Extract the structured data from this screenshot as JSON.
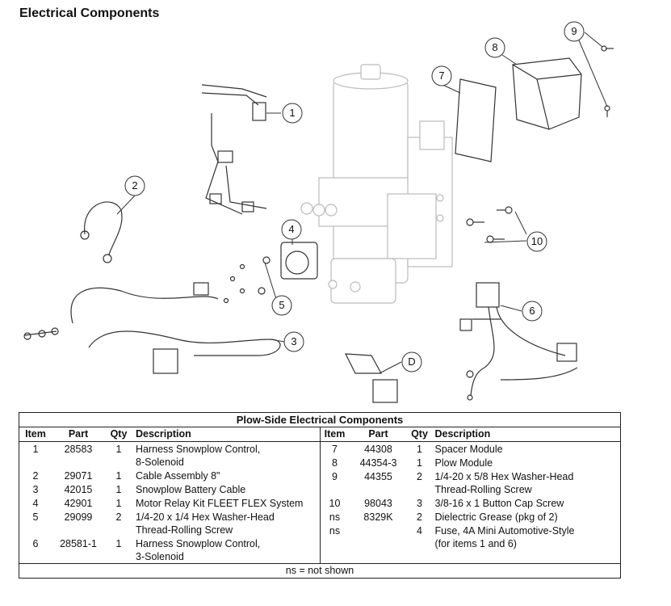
{
  "title": "Electrical Components",
  "callouts": [
    "1",
    "2",
    "3",
    "4",
    "5",
    "6",
    "7",
    "8",
    "9",
    "10",
    "D"
  ],
  "table": {
    "title": "Plow-Side Electrical Components",
    "headers": {
      "item": "Item",
      "part": "Part",
      "qty": "Qty",
      "description": "Description"
    },
    "left_rows": [
      {
        "item": "1",
        "part": "28583",
        "qty": "1",
        "description": [
          "Harness Snowplow Control,",
          "8-Solenoid"
        ]
      },
      {
        "item": "2",
        "part": "29071",
        "qty": "1",
        "description": [
          "Cable Assembly 8\""
        ]
      },
      {
        "item": "3",
        "part": "42015",
        "qty": "1",
        "description": [
          "Snowplow Battery Cable"
        ]
      },
      {
        "item": "4",
        "part": "42901",
        "qty": "1",
        "description": [
          "Motor Relay Kit FLEET FLEX System"
        ]
      },
      {
        "item": "5",
        "part": "29099",
        "qty": "2",
        "description": [
          "1/4-20 x 1/4 Hex Washer-Head",
          "Thread-Rolling Screw"
        ]
      },
      {
        "item": "6",
        "part": "28581-1",
        "qty": "1",
        "description": [
          "Harness Snowplow Control,",
          "3-Solenoid"
        ]
      }
    ],
    "right_rows": [
      {
        "item": "7",
        "part": "44308",
        "qty": "1",
        "description": [
          "Spacer Module"
        ]
      },
      {
        "item": "8",
        "part": "44354-3",
        "qty": "1",
        "description": [
          "Plow Module"
        ]
      },
      {
        "item": "9",
        "part": "44355",
        "qty": "2",
        "description": [
          "1/4-20 x 5/8 Hex Washer-Head",
          "Thread-Rolling Screw"
        ]
      },
      {
        "item": "10",
        "part": "98043",
        "qty": "3",
        "description": [
          "3/8-16 x 1 Button Cap Screw"
        ]
      },
      {
        "item": "ns",
        "part": "8329K",
        "qty": "2",
        "description": [
          "Dielectric Grease (pkg of 2)"
        ]
      },
      {
        "item": "ns",
        "part": "",
        "qty": "4",
        "description": [
          "Fuse, 4A Mini Automotive-Style",
          "(for items 1 and 6)"
        ]
      }
    ],
    "footer": "ns = not shown"
  }
}
